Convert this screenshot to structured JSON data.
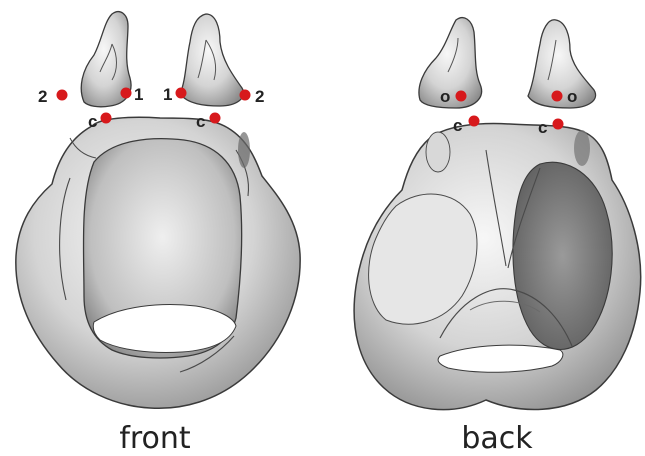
{
  "panels": [
    {
      "caption": "front",
      "points": [
        {
          "label": "2",
          "label_side": "left"
        },
        {
          "label": "1",
          "label_side": "right"
        },
        {
          "label": "1",
          "label_side": "left"
        },
        {
          "label": "2",
          "label_side": "right"
        },
        {
          "label": "c",
          "label_side": "left"
        },
        {
          "label": "c",
          "label_side": "left"
        }
      ]
    },
    {
      "caption": "back",
      "points": [
        {
          "label": "o",
          "label_side": "left"
        },
        {
          "label": "o",
          "label_side": "right"
        },
        {
          "label": "c",
          "label_side": "left"
        },
        {
          "label": "c",
          "label_side": "left"
        }
      ]
    }
  ],
  "colors": {
    "marker": "#d7191c",
    "bone_light": "#f2f2f2",
    "bone_mid": "#bdbdbd",
    "bone_dark": "#6e6e6e",
    "outline": "#3a3a3a"
  }
}
